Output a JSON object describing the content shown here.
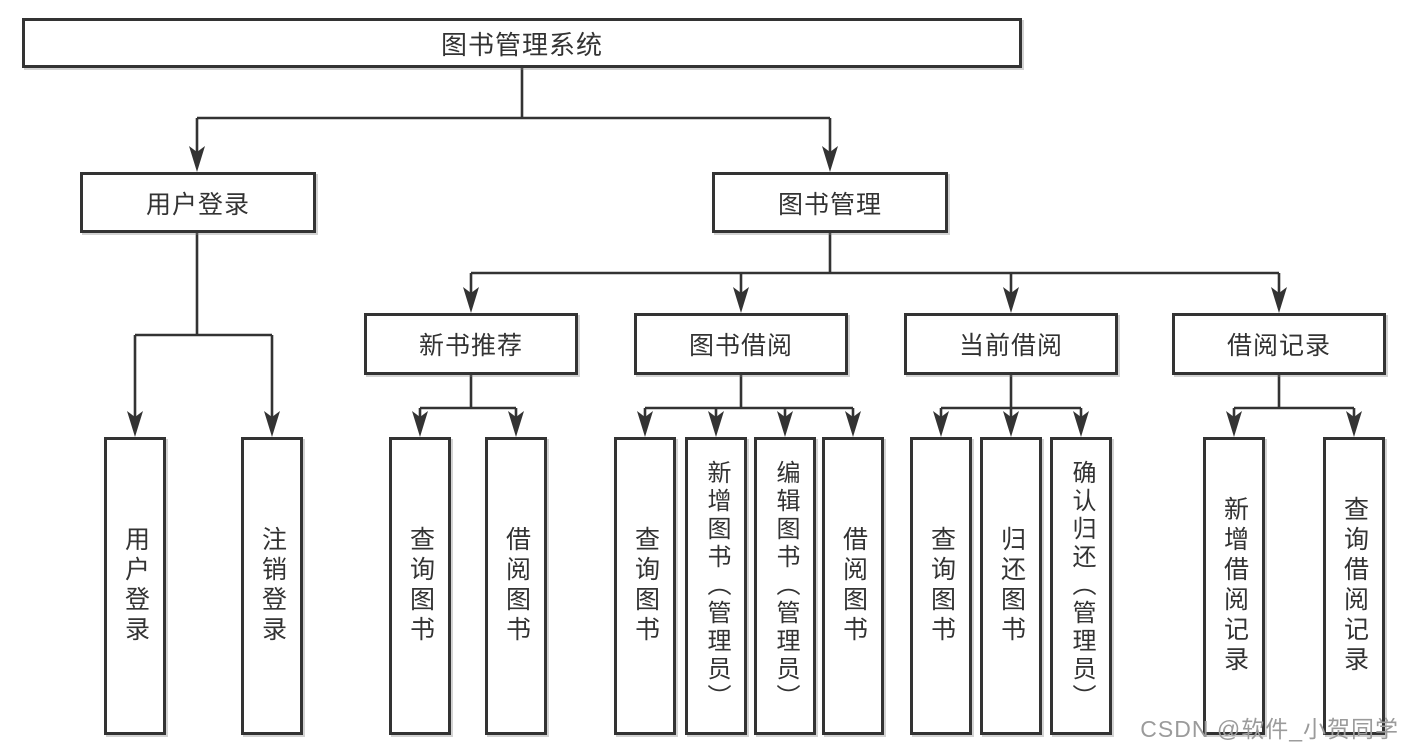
{
  "diagram": {
    "root": {
      "label": "图书管理系统"
    },
    "level2": {
      "user_login": {
        "label": "用户登录"
      },
      "book_management": {
        "label": "图书管理"
      }
    },
    "level3": {
      "new_book_recommend": {
        "label": "新书推荐"
      },
      "book_borrow": {
        "label": "图书借阅"
      },
      "current_borrow": {
        "label": "当前借阅"
      },
      "borrow_records": {
        "label": "借阅记录"
      }
    },
    "leaves": {
      "user_login": {
        "label": "用户登录"
      },
      "logout": {
        "label": "注销登录"
      },
      "recommend_query_books": {
        "label": "查询图书"
      },
      "recommend_borrow_books": {
        "label": "借阅图书"
      },
      "borrow_query_books": {
        "label": "查询图书"
      },
      "add_book_admin": {
        "label": "新增图书（管理员）"
      },
      "edit_book_admin": {
        "label": "编辑图书（管理员）"
      },
      "borrow_borrow_books": {
        "label": "借阅图书"
      },
      "current_query_books": {
        "label": "查询图书"
      },
      "return_books": {
        "label": "归还图书"
      },
      "confirm_return_admin": {
        "label": "确认归还（管理员）"
      },
      "add_borrow_record": {
        "label": "新增借阅记录"
      },
      "query_borrow_record": {
        "label": "查询借阅记录"
      }
    },
    "watermark": "CSDN @软件_小贺同学",
    "colors": {
      "line": "#333333",
      "text": "#333333",
      "watermark": "#9b9b9b",
      "background": "#ffffff"
    }
  }
}
